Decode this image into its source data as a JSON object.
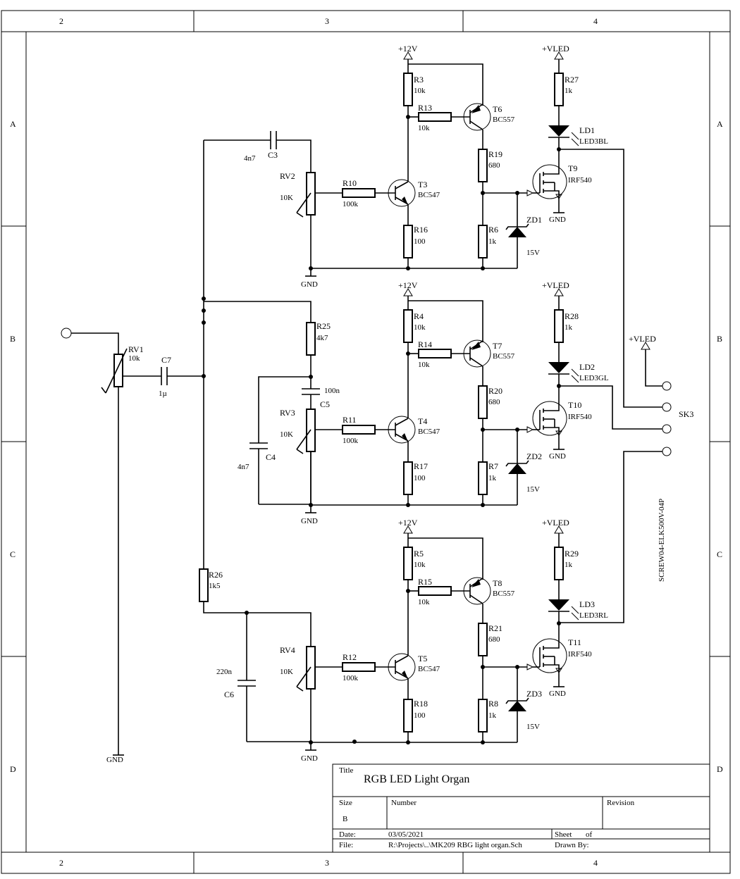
{
  "frame": {
    "top_cols": [
      "2",
      "3",
      "4"
    ],
    "bottom_cols": [
      "2",
      "3",
      "4"
    ],
    "left_rows": [
      "A",
      "B",
      "C",
      "D"
    ],
    "right_rows": [
      "A",
      "B",
      "C",
      "D"
    ]
  },
  "title_block": {
    "title_label": "Title",
    "title": "RGB LED Light Organ",
    "size_label": "Size",
    "size": "B",
    "number_label": "Number",
    "revision_label": "Revision",
    "date_label": "Date:",
    "date": "03/05/2021",
    "sheet_label": "Sheet",
    "of_label": "of",
    "file_label": "File:",
    "file": "R:\\Projects\\..\\MK209 RBG light organ.Sch",
    "drawn_label": "Drawn By:"
  },
  "input": {
    "rv1": "RV1",
    "rv1_val": "10k",
    "c7": "C7",
    "c7_val": "1µ",
    "gnd": "GND"
  },
  "network": {
    "c3": "C3",
    "c3_val": "4n7",
    "r25": "R25",
    "r25_val": "4k7",
    "c5": "C5",
    "c5_val": "100n",
    "c4": "C4",
    "c4_val": "4n7",
    "r26": "R26",
    "r26_val": "1k5",
    "c6": "C6",
    "c6_val": "220n"
  },
  "channels": [
    {
      "rv": "RV2",
      "rv_val": "10K",
      "rb": "R10",
      "rb_val": "100k",
      "re": "R16",
      "re_val": "100",
      "tq": "T3",
      "tq_type": "BC547",
      "rtop": "R3",
      "rtop_val": "10k",
      "rpnp": "R13",
      "rpnp_val": "10k",
      "tp": "T6",
      "tp_type": "BC557",
      "rc": "R19",
      "rc_val": "680",
      "rg": "R6",
      "rg_val": "1k",
      "zd": "ZD1",
      "zd_val": "15V",
      "rled": "R27",
      "rled_val": "1k",
      "led": "LD1",
      "led_type": "LED3BL",
      "fet": "T9",
      "fet_type": "IRF540",
      "supply": "+12V",
      "vled": "+VLED",
      "gnd": "GND"
    },
    {
      "rv": "RV3",
      "rv_val": "10K",
      "rb": "R11",
      "rb_val": "100k",
      "re": "R17",
      "re_val": "100",
      "tq": "T4",
      "tq_type": "BC547",
      "rtop": "R4",
      "rtop_val": "10k",
      "rpnp": "R14",
      "rpnp_val": "10k",
      "tp": "T7",
      "tp_type": "BC557",
      "rc": "R20",
      "rc_val": "680",
      "rg": "R7",
      "rg_val": "1k",
      "zd": "ZD2",
      "zd_val": "15V",
      "rled": "R28",
      "rled_val": "1k",
      "led": "LD2",
      "led_type": "LED3GL",
      "fet": "T10",
      "fet_type": "IRF540",
      "supply": "+12V",
      "vled": "+VLED",
      "gnd": "GND"
    },
    {
      "rv": "RV4",
      "rv_val": "10K",
      "rb": "R12",
      "rb_val": "100k",
      "re": "R18",
      "re_val": "100",
      "tq": "T5",
      "tq_type": "BC547",
      "rtop": "R5",
      "rtop_val": "10k",
      "rpnp": "R15",
      "rpnp_val": "10k",
      "tp": "T8",
      "tp_type": "BC557",
      "rc": "R21",
      "rc_val": "680",
      "rg": "R8",
      "rg_val": "1k",
      "zd": "ZD3",
      "zd_val": "15V",
      "rled": "R29",
      "rled_val": "1k",
      "led": "LD3",
      "led_type": "LED3RL",
      "fet": "T11",
      "fet_type": "IRF540",
      "supply": "+12V",
      "vled": "+VLED",
      "gnd": "GND"
    }
  ],
  "connector": {
    "vled": "+VLED",
    "name": "SK3",
    "part": "SCREW04-ELK500V-04P"
  }
}
